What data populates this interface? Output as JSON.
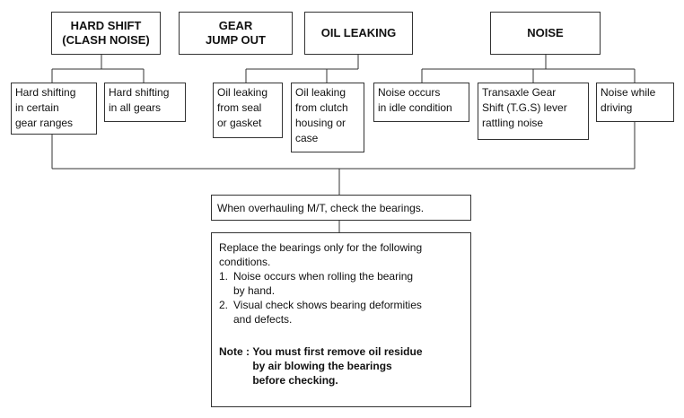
{
  "categories": {
    "hard_shift": "HARD SHIFT\n(CLASH NOISE)",
    "gear_jump_out": "GEAR\nJUMP OUT",
    "oil_leaking": "OIL LEAKING",
    "noise": "NOISE"
  },
  "conditions": [
    "Hard shifting\nin certain\ngear ranges",
    "Hard shifting\nin all gears",
    "Oil leaking\nfrom seal\nor gasket",
    "Oil leaking\nfrom clutch\nhousing or\ncase",
    "Noise occurs\nin idle condition",
    "Transaxle Gear\nShift (T.G.S) lever\nrattling noise",
    "Noise while\ndriving"
  ],
  "check": "When overhauling M/T, check the bearings.",
  "detail": {
    "intro": "Replace the bearings only for the following\nconditions.",
    "items": [
      {
        "num": "1.",
        "text": "Noise occurs when rolling the bearing\nby hand."
      },
      {
        "num": "2.",
        "text": "Visual check shows bearing deformities\nand defects."
      }
    ],
    "note_label": "Note : ",
    "note_text": "You must first remove oil residue\nby air blowing the bearings\nbefore checking."
  }
}
